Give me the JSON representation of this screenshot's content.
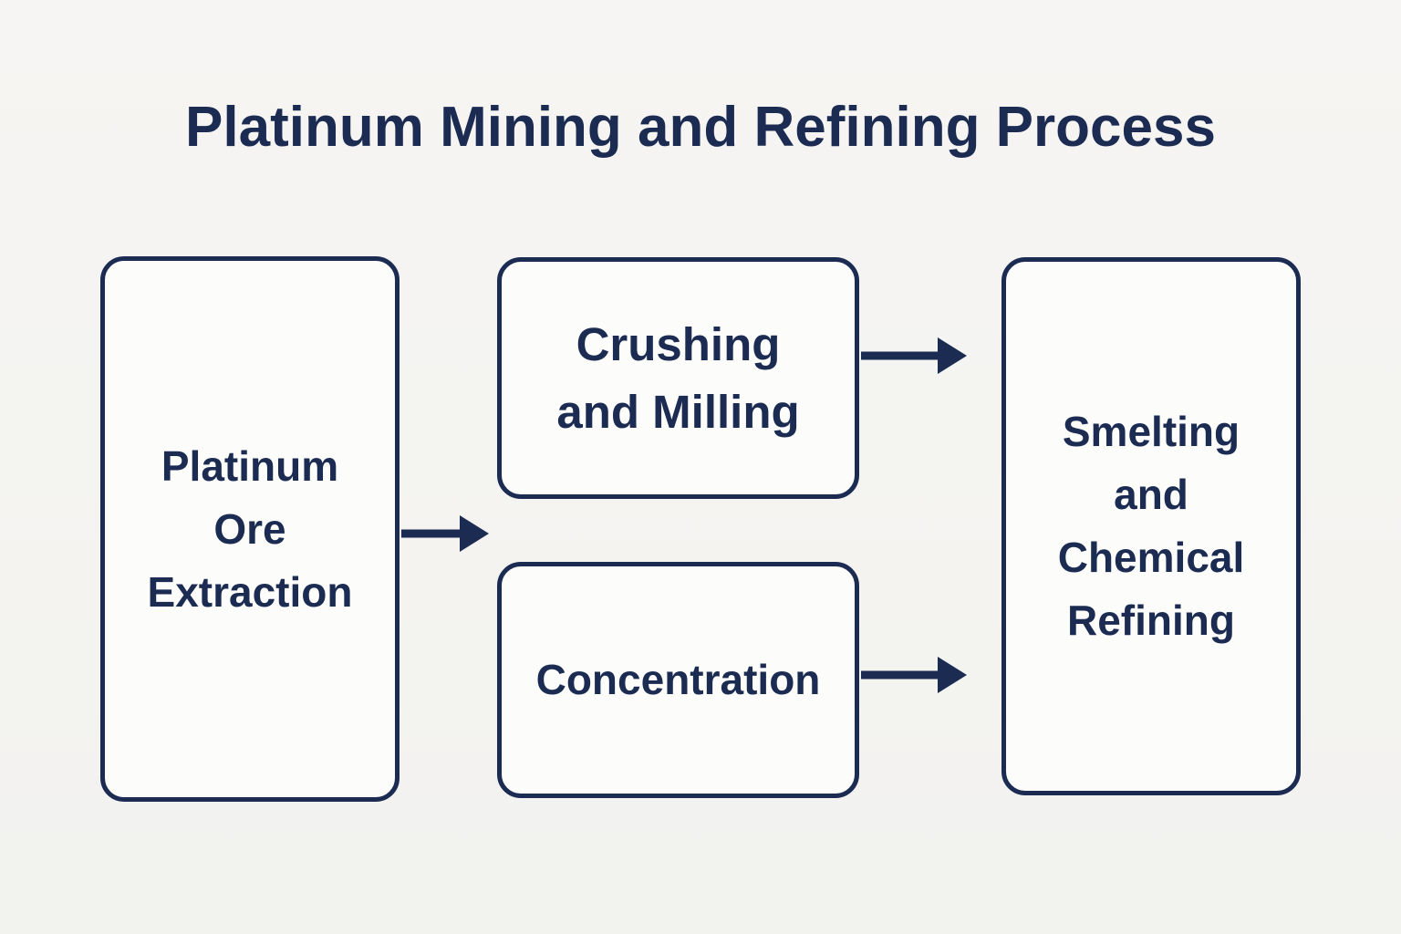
{
  "title": "Platinum Mining and Refining Process",
  "colors": {
    "background": "#f6f5f3",
    "node_fill": "#fcfcfa",
    "accent": "#1b2b52"
  },
  "nodes": {
    "ore_extraction": {
      "label": "Platinum\nOre\nExtraction"
    },
    "crushing_milling": {
      "label": "Crushing\nand Milling"
    },
    "concentration": {
      "label": "Concentration"
    },
    "smelting_refining": {
      "label": "Smelting\nand\nChemical\nRefining"
    }
  },
  "edges": [
    {
      "from": "ore_extraction",
      "to": "crushing_milling_and_concentration"
    },
    {
      "from": "crushing_milling",
      "to": "smelting_refining"
    },
    {
      "from": "concentration",
      "to": "smelting_refining"
    }
  ]
}
